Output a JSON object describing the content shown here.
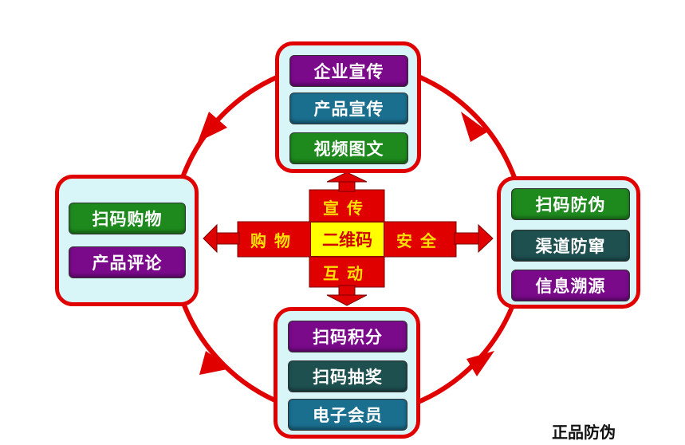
{
  "center": "二维码",
  "directions": {
    "up": "宣传",
    "left": "购物",
    "right": "安全",
    "down": "互动"
  },
  "boxes": {
    "top": [
      "企业宣传",
      "产品宣传",
      "视频图文"
    ],
    "left": [
      "扫码购物",
      "产品评论"
    ],
    "right": [
      "扫码防伪",
      "渠道防窜",
      "信息溯源"
    ],
    "bottom": [
      "扫码积分",
      "扫码抽奖",
      "电子会员"
    ]
  },
  "footer": "正品防伪",
  "colors": {
    "red": "#e00000",
    "yellow": "#ffff00",
    "purple": "#7a0a8a",
    "teal": "#1a6e8e",
    "green": "#1e8a1e",
    "darkteal": "#1e5050"
  }
}
